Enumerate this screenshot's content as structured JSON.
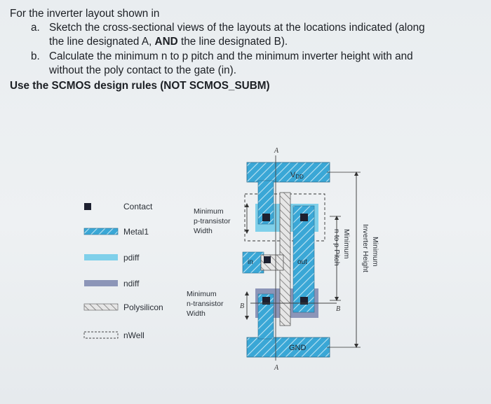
{
  "question": {
    "intro": "For the inverter layout shown in",
    "a_marker": "a.",
    "a_line1": "Sketch the cross-sectional views of the layouts at the locations indicated (along",
    "a_line2_pre": "the line designated A, ",
    "a_line2_bold": "AND",
    "a_line2_post": " the line designated B).",
    "b_marker": "b.",
    "b_line1": "Calculate the minimum n to p pitch and the minimum inverter height with and",
    "b_line2": "without the poly contact to the gate (in).",
    "footer": "Use the SCMOS design rules (NOT SCMOS_SUBM)"
  },
  "legend": {
    "contact": "Contact",
    "metal1": "Metal1",
    "pdiff": "pdiff",
    "ndiff": "ndiff",
    "polysilicon": "Polysilicon",
    "nwell": "nWell"
  },
  "annotations": {
    "min_p_l1": "Minimum",
    "min_p_l2": "p-transistor",
    "min_p_l3": "Width",
    "min_n_l1": "Minimum",
    "min_n_l2": "n-transistor",
    "min_n_l3": "Width",
    "vdd_main": "V",
    "vdd_sub": "DD",
    "gnd": "GND",
    "in": "in",
    "out": "out",
    "cut_a": "A",
    "cut_b": "B",
    "pitch_l1": "Minimum",
    "pitch_l2": "n to p Pitch",
    "height_l1": "Minimum",
    "height_l2": "Inverter Height"
  },
  "colors": {
    "metal1": "#3aa7d6",
    "pdiff": "#7fd0ea",
    "ndiff": "#8c95b8",
    "contact": "#1d2030",
    "poly": "#7a7a7a"
  }
}
